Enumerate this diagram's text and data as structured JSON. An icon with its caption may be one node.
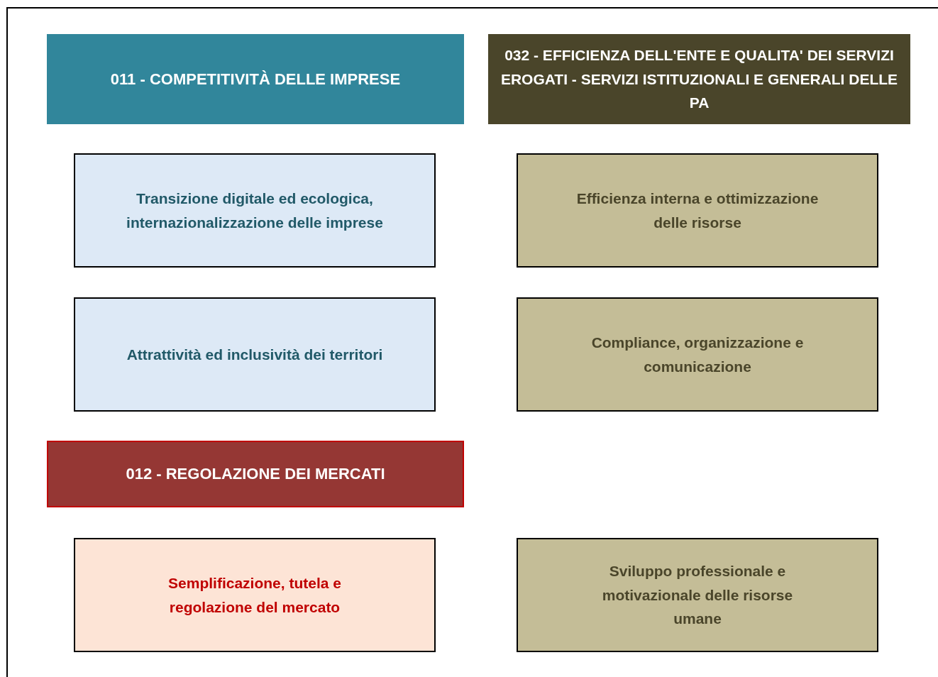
{
  "diagram": {
    "nodes": [
      {
        "text": [
          "011 - COMPETITIVITÀ DELLE IMPRESE"
        ]
      },
      {
        "text": [
          "032 - EFFICIENZA DELL'ENTE E QUALITA' DEI SERVIZI EROGATI - SERVIZI ISTITUZIONALI E GENERALI DELLE PA"
        ]
      },
      {
        "text": [
          "Transizione digitale ed ecologica, internazionalizzazione delle imprese"
        ]
      },
      {
        "text": [
          "Efficienza interna e ottimizzazione delle risorse"
        ]
      },
      {
        "text": [
          "Attrattività ed inclusività dei territori"
        ]
      },
      {
        "text": [
          "Compliance, organizzazione e comunicazione"
        ]
      },
      {
        "text": [
          "012 - REGOLAZIONE DEI MERCATI"
        ]
      },
      {
        "text": [
          "Semplificazione, tutela e regolazione del mercato"
        ]
      },
      {
        "text": [
          "Sviluppo professionale e motivazionale delle risorse umane"
        ]
      }
    ]
  }
}
